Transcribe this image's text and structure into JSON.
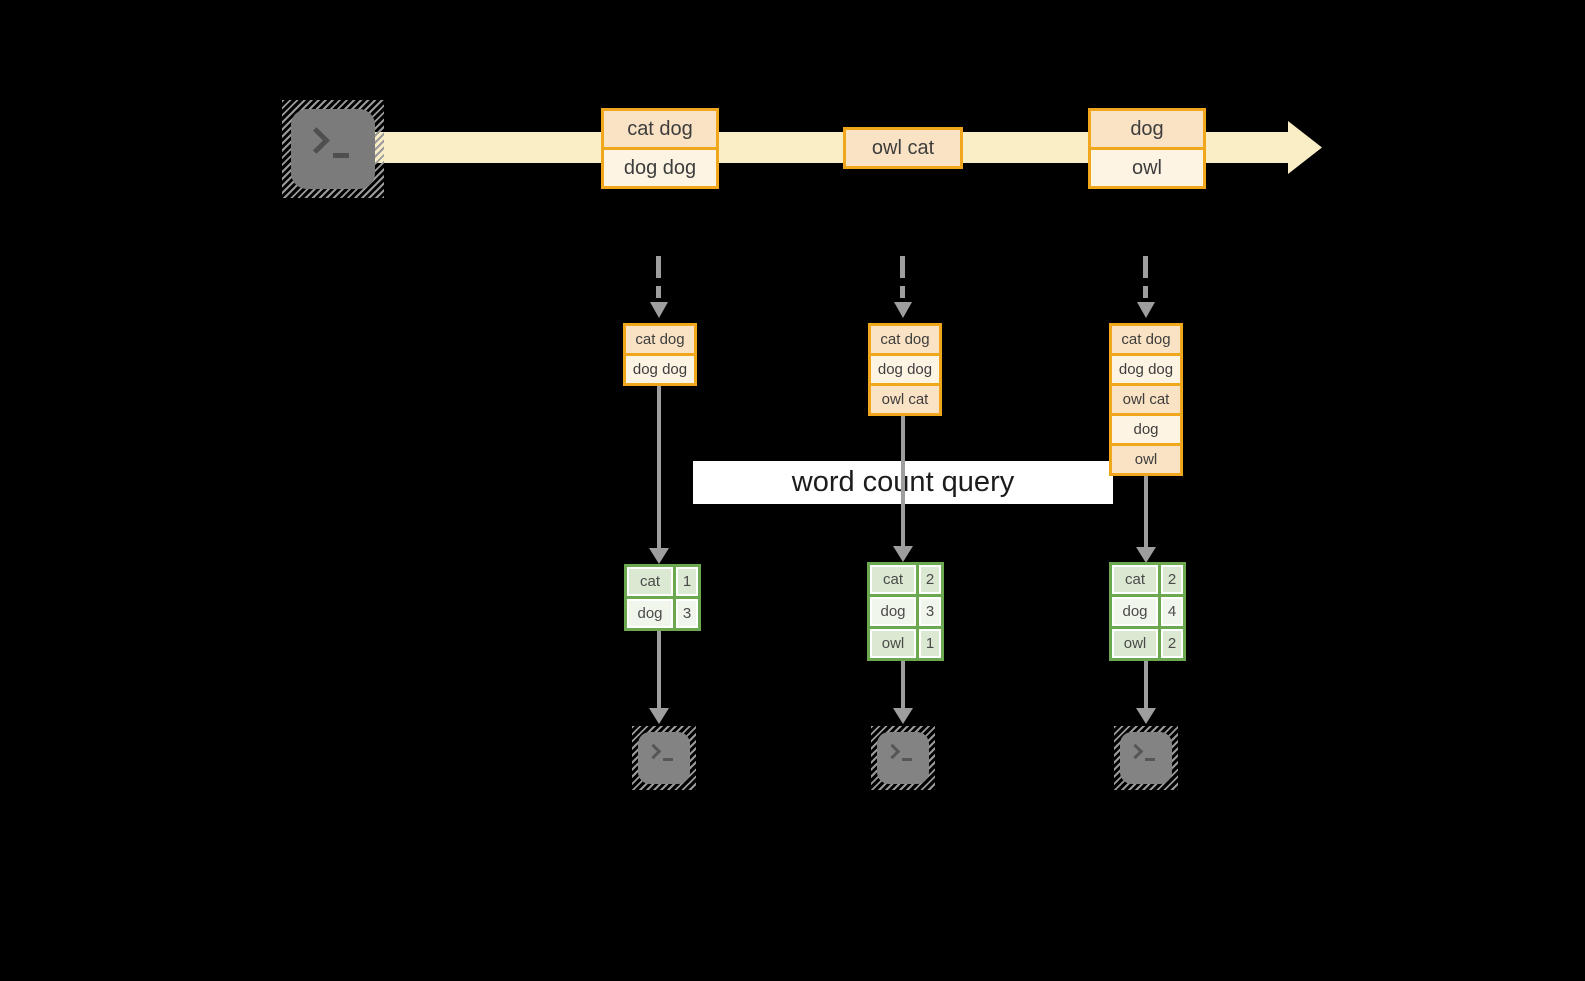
{
  "diagram": {
    "query_label": "word count query",
    "stream": {
      "batches": [
        {
          "items": [
            "cat dog",
            "dog dog"
          ]
        },
        {
          "items": [
            "owl cat"
          ]
        },
        {
          "items": [
            "dog",
            "owl"
          ]
        }
      ]
    },
    "micro_batches": [
      {
        "input_state": [
          "cat dog",
          "dog dog"
        ],
        "counts": [
          {
            "word": "cat",
            "count": "1"
          },
          {
            "word": "dog",
            "count": "3"
          }
        ]
      },
      {
        "input_state": [
          "cat dog",
          "dog dog",
          "owl cat"
        ],
        "counts": [
          {
            "word": "cat",
            "count": "2"
          },
          {
            "word": "dog",
            "count": "3"
          },
          {
            "word": "owl",
            "count": "1"
          }
        ]
      },
      {
        "input_state": [
          "cat dog",
          "dog dog",
          "owl cat",
          "dog",
          "owl"
        ],
        "counts": [
          {
            "word": "cat",
            "count": "2"
          },
          {
            "word": "dog",
            "count": "4"
          },
          {
            "word": "owl",
            "count": "2"
          }
        ]
      }
    ],
    "icons": {
      "source": "terminal-icon",
      "sinks": [
        "terminal-icon",
        "terminal-icon",
        "terminal-icon"
      ],
      "stream_arrow": "right-arrow-icon"
    },
    "colors": {
      "background": "#000000",
      "stream_band": "#f9eec6",
      "box_fill_dark": "#fae3c4",
      "box_fill_light": "#fdf4e3",
      "box_border": "#f1a71c",
      "table_border": "#6ba84f",
      "table_fill_dark": "#dbe9d2",
      "table_fill_light": "#f1f6ed",
      "arrow_gray": "#9e9e9e",
      "terminal_gray": "#7b7b7b",
      "label_bg": "#ffffff",
      "text": "#3d3d3d"
    }
  }
}
